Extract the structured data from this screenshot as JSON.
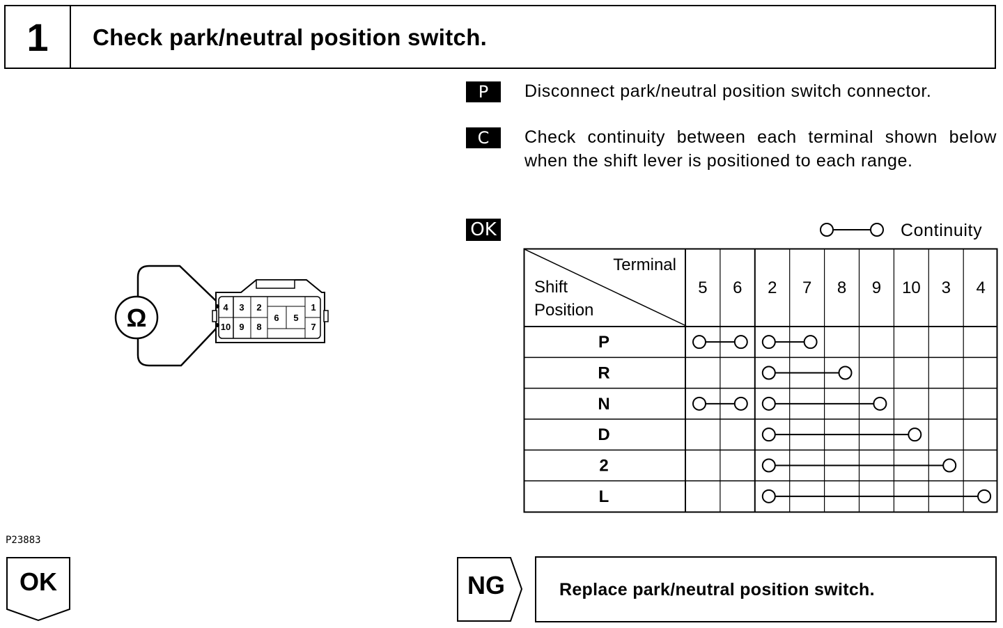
{
  "step": {
    "number": "1",
    "title": "Check park/neutral position switch."
  },
  "instructions": [
    {
      "tag": "P",
      "text": "Disconnect park/neutral position switch connector."
    },
    {
      "tag": "C",
      "text": "Check continuity between each terminal shown below when the shift lever is positioned to each range."
    },
    {
      "tag": "OK"
    }
  ],
  "legend": {
    "label": "Continuity"
  },
  "table": {
    "corner_top": "Terminal",
    "corner_bottom_1": "Shift",
    "corner_bottom_2": "Position",
    "terminals": [
      "5",
      "6",
      "2",
      "7",
      "8",
      "9",
      "10",
      "3",
      "4"
    ],
    "rows": [
      {
        "position": "P",
        "continuity": [
          [
            "5",
            "6"
          ],
          [
            "2",
            "7"
          ]
        ]
      },
      {
        "position": "R",
        "continuity": [
          [
            "2",
            "8"
          ]
        ]
      },
      {
        "position": "N",
        "continuity": [
          [
            "5",
            "6"
          ],
          [
            "2",
            "9"
          ]
        ]
      },
      {
        "position": "D",
        "continuity": [
          [
            "2",
            "10"
          ]
        ]
      },
      {
        "position": "2",
        "continuity": [
          [
            "2",
            "3"
          ]
        ]
      },
      {
        "position": "L",
        "continuity": [
          [
            "2",
            "4"
          ]
        ]
      }
    ]
  },
  "connector": {
    "meter_symbol": "Ω",
    "pins_top": [
      "4",
      "3",
      "2",
      "1"
    ],
    "pins_bottom": [
      "10",
      "9",
      "8",
      "7"
    ],
    "pins_middle": [
      "6",
      "5"
    ]
  },
  "figure_code": "P23883",
  "results": {
    "ok": "OK",
    "ng": "NG",
    "ng_action": "Replace park/neutral position switch."
  }
}
